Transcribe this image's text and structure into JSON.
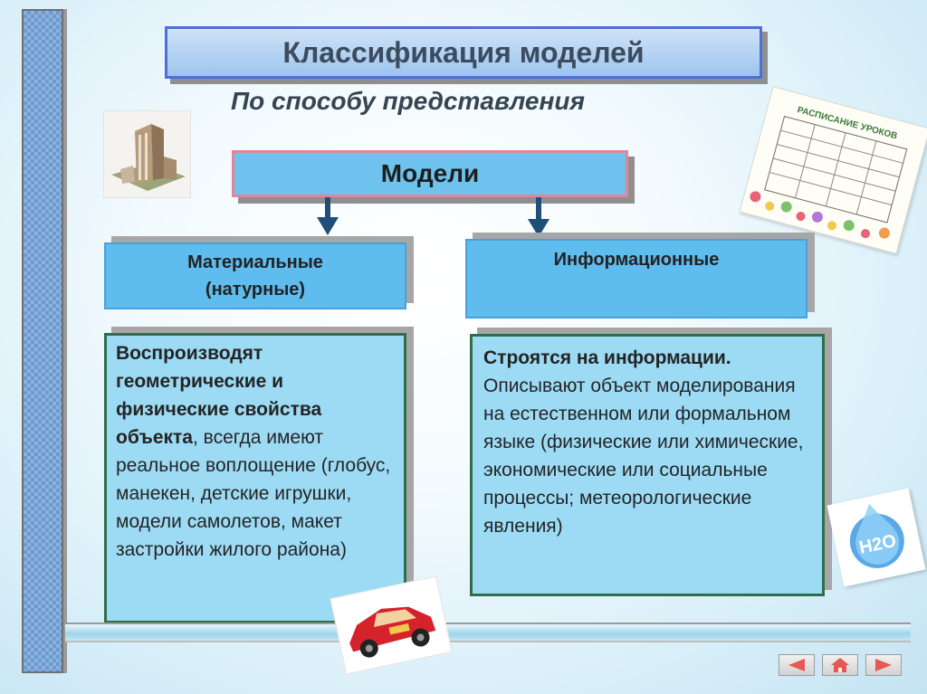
{
  "title": "Классификация моделей",
  "subtitle": "По способу представления",
  "root": {
    "label": "Модели"
  },
  "material": {
    "line1": "Материальные",
    "line2": "(натурные)",
    "desc": {
      "bold": "Воспроизводят геометрические и физические свойства объекта",
      "rest": ", всегда имеют реальное воплощение  (глобус, манекен, детские игрушки, модели самолетов, макет застройки жилого района)"
    }
  },
  "informational": {
    "label": "Информационные",
    "desc": {
      "bold": "Строятся на информации.",
      "rest": " Описывают объект моделирования  на естественном или формальном языке (физические или химические, экономические или социальные процессы; метеорологические явления)"
    }
  },
  "icons": {
    "arrow": "arrow-down-icon",
    "prev": "triangle-left-icon",
    "home": "home-icon",
    "next": "triangle-right-icon"
  },
  "colors": {
    "arrow": "#1f4e79",
    "nav_icon": "#e45a53",
    "box_fill": "#5fbcef",
    "desc_fill": "#9ddbf5",
    "desc_border": "#2e6f4a"
  },
  "images": {
    "schedule_caption": "РАСПИСАНИЕ УРОКОВ",
    "h2o_label": "H2O"
  }
}
